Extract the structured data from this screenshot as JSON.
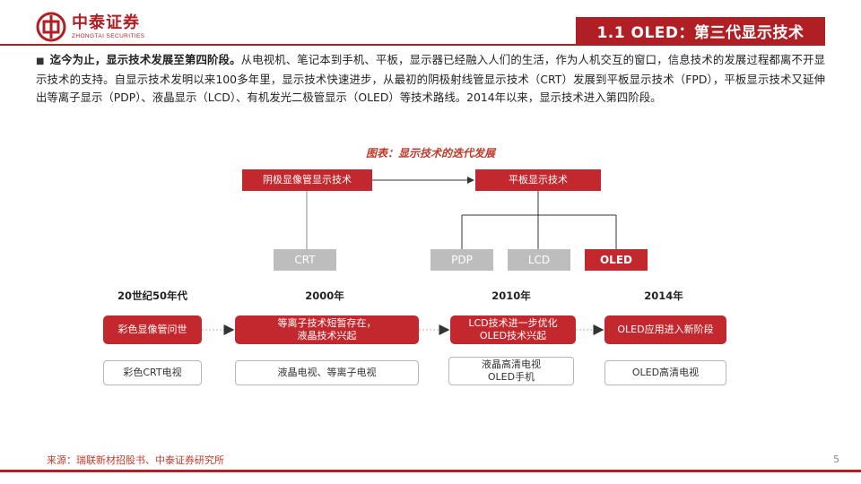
{
  "header": {
    "logo_cn": "中泰证券",
    "logo_en": "ZHONGTAI SECURITIES",
    "title": "1.1 OLED：第三代显示技术"
  },
  "paragraph": {
    "bold_lead": "迄今为止，显示技术发展至第四阶段。",
    "body": "从电视机、笔记本到手机、平板，显示器已经融入人们的生活，作为人机交互的窗口，信息技术的发展过程都离不开显示技术的支持。自显示技术发明以来100多年里，显示技术快速进步，从最初的阴极射线管显示技术（CRT）发展到平板显示技术（FPD），平板显示技术又延伸出等离子显示（PDP）、液晶显示（LCD）、有机发光二极管显示（OLED）等技术路线。2014年以来，显示技术进入第四阶段。"
  },
  "figure": {
    "title": "图表：显示技术的迭代发展",
    "top_left": "阴极显像管显示技术",
    "top_right": "平板显示技术",
    "tech": {
      "crt": "CRT",
      "pdp": "PDP",
      "lcd": "LCD",
      "oled": "OLED"
    },
    "timeline": [
      {
        "year": "20世纪50年代",
        "event": "彩色显像管问世",
        "product": "彩色CRT电视"
      },
      {
        "year": "2000年",
        "event_line1": "等离子技术短暂存在，",
        "event_line2": "液晶技术兴起",
        "product": "液晶电视、等离子电视"
      },
      {
        "year": "2010年",
        "event_line1": "LCD技术进一步优化",
        "event_line2": "OLED技术兴起",
        "product_line1": "液晶高清电视",
        "product_line2": "OLED手机"
      },
      {
        "year": "2014年",
        "event": "OLED应用进入新阶段",
        "product": "OLED高清电视"
      }
    ]
  },
  "footer": {
    "source": "来源：瑞联新材招股书、中泰证券研究所",
    "page": "5"
  },
  "colors": {
    "brand_red": "#b01f24",
    "box_red": "#c3282e",
    "tech_gray": "#bdbdbd"
  }
}
